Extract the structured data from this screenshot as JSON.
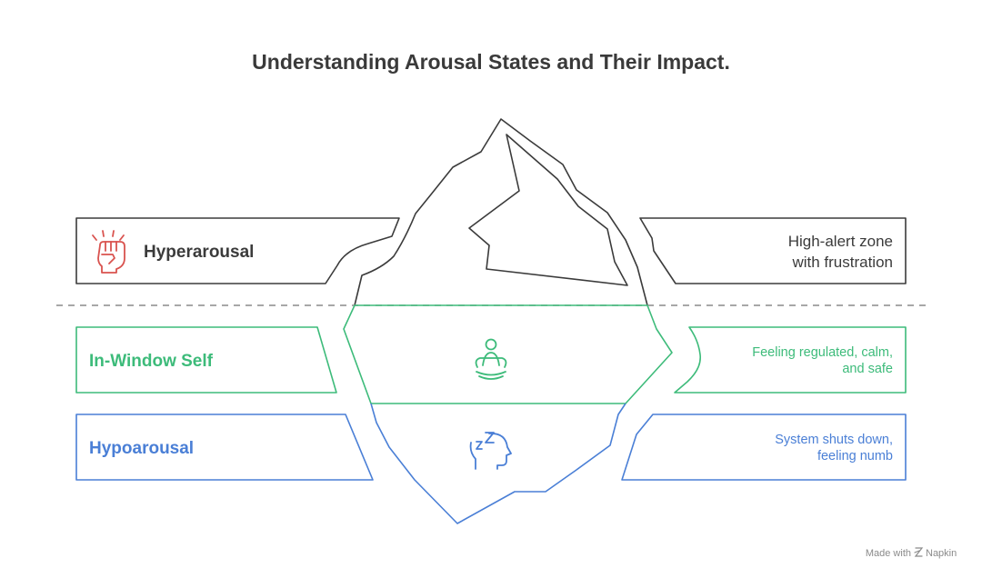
{
  "title": "Understanding Arousal States and Their Impact.",
  "colors": {
    "hyper": "#3b3b3b",
    "hyper_icon": "#d9534f",
    "window": "#3dbb7a",
    "hypo": "#4a7fd6",
    "divider": "#8a8a8a"
  },
  "levels": [
    {
      "id": "hyper",
      "label": "Hyperarousal",
      "description_lines": [
        "High-alert zone",
        "with frustration"
      ],
      "icon": "raised-fist-icon"
    },
    {
      "id": "window",
      "label": "In-Window Self",
      "description_lines": [
        "Feeling regulated, calm,",
        "and safe"
      ],
      "icon": "meditation-icon"
    },
    {
      "id": "hypo",
      "label": "Hypoarousal",
      "description_lines": [
        "System shuts down,",
        "feeling numb"
      ],
      "icon": "sleeping-head-icon"
    }
  ],
  "footer": {
    "made_with": "Made with",
    "brand": "Napkin"
  }
}
